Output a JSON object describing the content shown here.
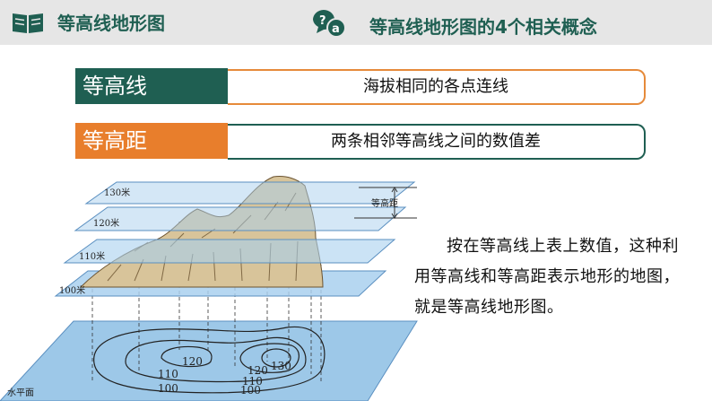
{
  "header": {
    "left_title": "等高线地形图",
    "right_title": "等高线地形图的4个相关概念",
    "left_icon": "book-icon",
    "right_icon": "question-answer-icon",
    "accent_color": "#1f5f52",
    "header_bg": "#e6e6e6"
  },
  "concepts": [
    {
      "term": "等高线",
      "definition": "海拔相同的各点连线",
      "term_color": "#1f5f52",
      "border_color": "#e68a3a"
    },
    {
      "term": "等高距",
      "definition": "两条相邻等高线之间的数值差",
      "term_color": "#e87e2c",
      "border_color": "#1f5f52"
    }
  ],
  "diagram": {
    "planes": [
      "130米",
      "120米",
      "110米",
      "100米"
    ],
    "base_plane": "水平面",
    "interval_label": "等高距",
    "contours": [
      "100",
      "100",
      "110",
      "110",
      "120",
      "120",
      "130"
    ]
  },
  "description": "按在等高线上表上数值，这种利用等高线和等高距表示地形的地图，就是等高线地形图。"
}
